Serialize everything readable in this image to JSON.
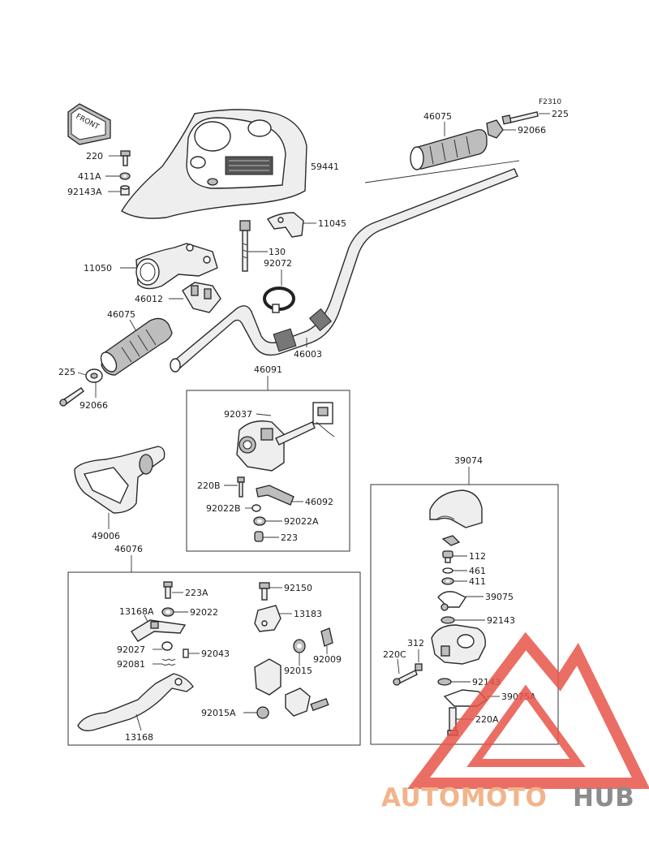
{
  "front_label": "FRONT",
  "ref_code": "F2310",
  "parts": {
    "p59441": "59441",
    "p11045": "11045",
    "p130": "130",
    "p92072": "92072",
    "p11050": "11050",
    "p46012": "46012",
    "p46075_left": "46075",
    "p46075_right": "46075",
    "p225_left": "225",
    "p225_right": "225",
    "p92066_left": "92066",
    "p92066_right": "92066",
    "p220_top": "220",
    "p411a": "411A",
    "p92143a": "92143A",
    "p46003": "46003",
    "p46091": "46091",
    "p92037": "92037",
    "p220b": "220B",
    "p92022b": "92022B",
    "p46092": "46092",
    "p92022a": "92022A",
    "p223": "223",
    "p49006": "49006",
    "p46076": "46076",
    "p223a": "223A",
    "p13168a": "13168A",
    "p92022": "92022",
    "p92027": "92027",
    "p92043": "92043",
    "p92081": "92081",
    "p13168": "13168",
    "p92150": "92150",
    "p13183": "13183",
    "p92009": "92009",
    "p92015": "92015",
    "p92015a": "92015A",
    "p39074": "39074",
    "p112": "112",
    "p461": "461",
    "p411": "411",
    "p39075": "39075",
    "p92143_a": "92143",
    "p92143_b": "92143",
    "p312": "312",
    "p220c": "220C",
    "p39075a": "39075A",
    "p220a": "220A"
  },
  "watermark": {
    "part1": "AUTOMOTO",
    "part2": "HUB",
    "color1": "#f2b48a",
    "color2": "#8c8c8c",
    "triangle_color": "#e8554a"
  }
}
